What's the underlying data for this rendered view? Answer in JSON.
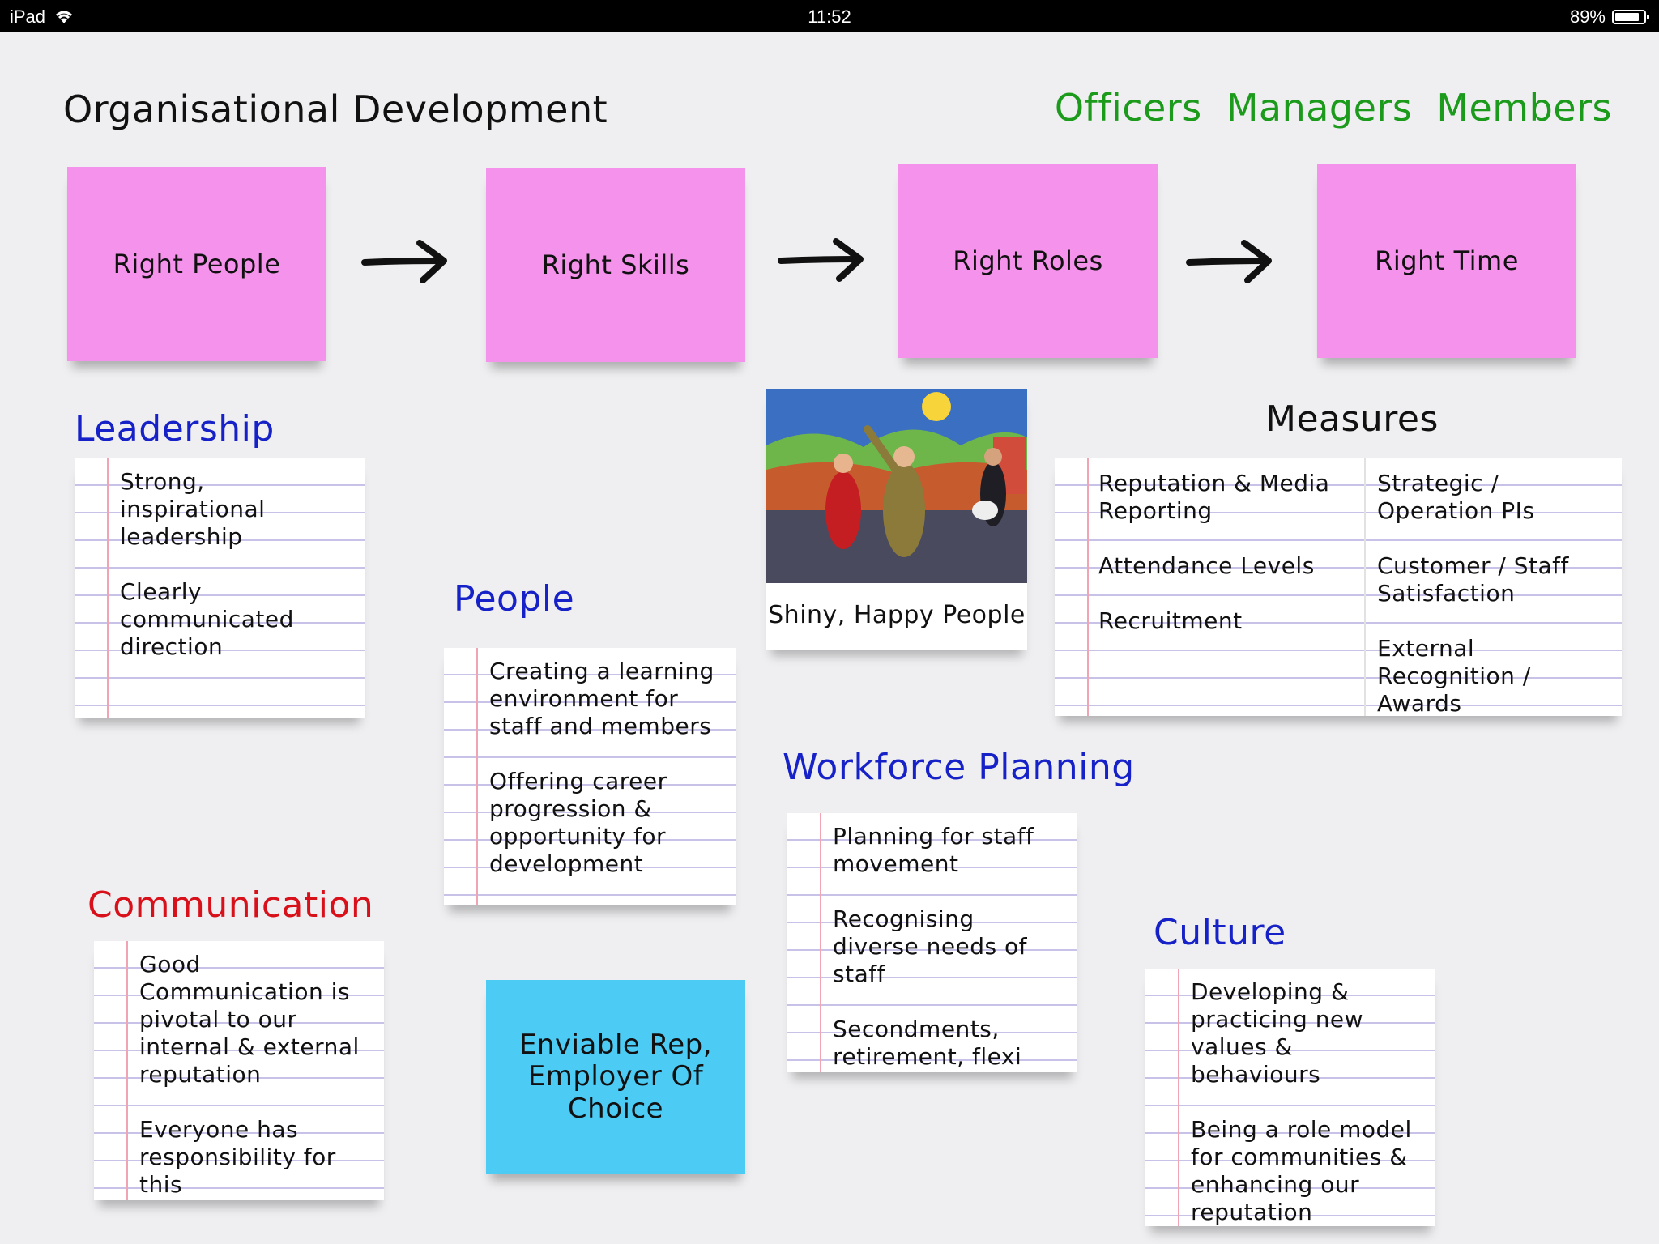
{
  "status_bar": {
    "device": "iPad",
    "time": "11:52",
    "battery": "89%",
    "battery_level": 0.89
  },
  "title": "Organisational Development",
  "audience": [
    "Officers",
    "Managers",
    "Members"
  ],
  "process": [
    {
      "label": "Right People"
    },
    {
      "label": "Right Skills"
    },
    {
      "label": "Right Roles"
    },
    {
      "label": "Right Time"
    }
  ],
  "leadership": {
    "heading": "Leadership",
    "items": [
      "Strong, inspirational leadership",
      "Clearly communicated direction"
    ]
  },
  "people": {
    "heading": "People",
    "items": [
      "Creating a learning environment for staff and members",
      "Offering career progression & opportunity for development"
    ]
  },
  "communication": {
    "heading": "Communication",
    "items": [
      "Good Communication is pivotal to our internal & external reputation",
      "Everyone has responsibility for this"
    ]
  },
  "photo": {
    "caption": "Shiny, Happy People"
  },
  "measures": {
    "heading": "Measures",
    "column1": [
      "Reputation & Media Reporting",
      "Attendance Levels",
      "Recruitment"
    ],
    "column2": [
      "Strategic / Operation PIs",
      "Customer / Staff Satisfaction",
      "External Recognition / Awards"
    ]
  },
  "workforce": {
    "heading": "Workforce Planning",
    "items": [
      "Planning for staff movement",
      "Recognising diverse needs of staff",
      "Secondments, retirement, flexi"
    ]
  },
  "culture": {
    "heading": "Culture",
    "items": [
      "Developing & practicing new values & behaviours",
      "Being a role model for communities & enhancing our reputation"
    ]
  },
  "goal": {
    "label": "Enviable Rep, Employer Of Choice"
  },
  "colors": {
    "pink_sticky": "#f593ec",
    "blue_sticky": "#4ccbf5",
    "heading_blue": "#1622c8",
    "heading_red": "#d8101a",
    "audience_green": "#1b9a1b"
  }
}
